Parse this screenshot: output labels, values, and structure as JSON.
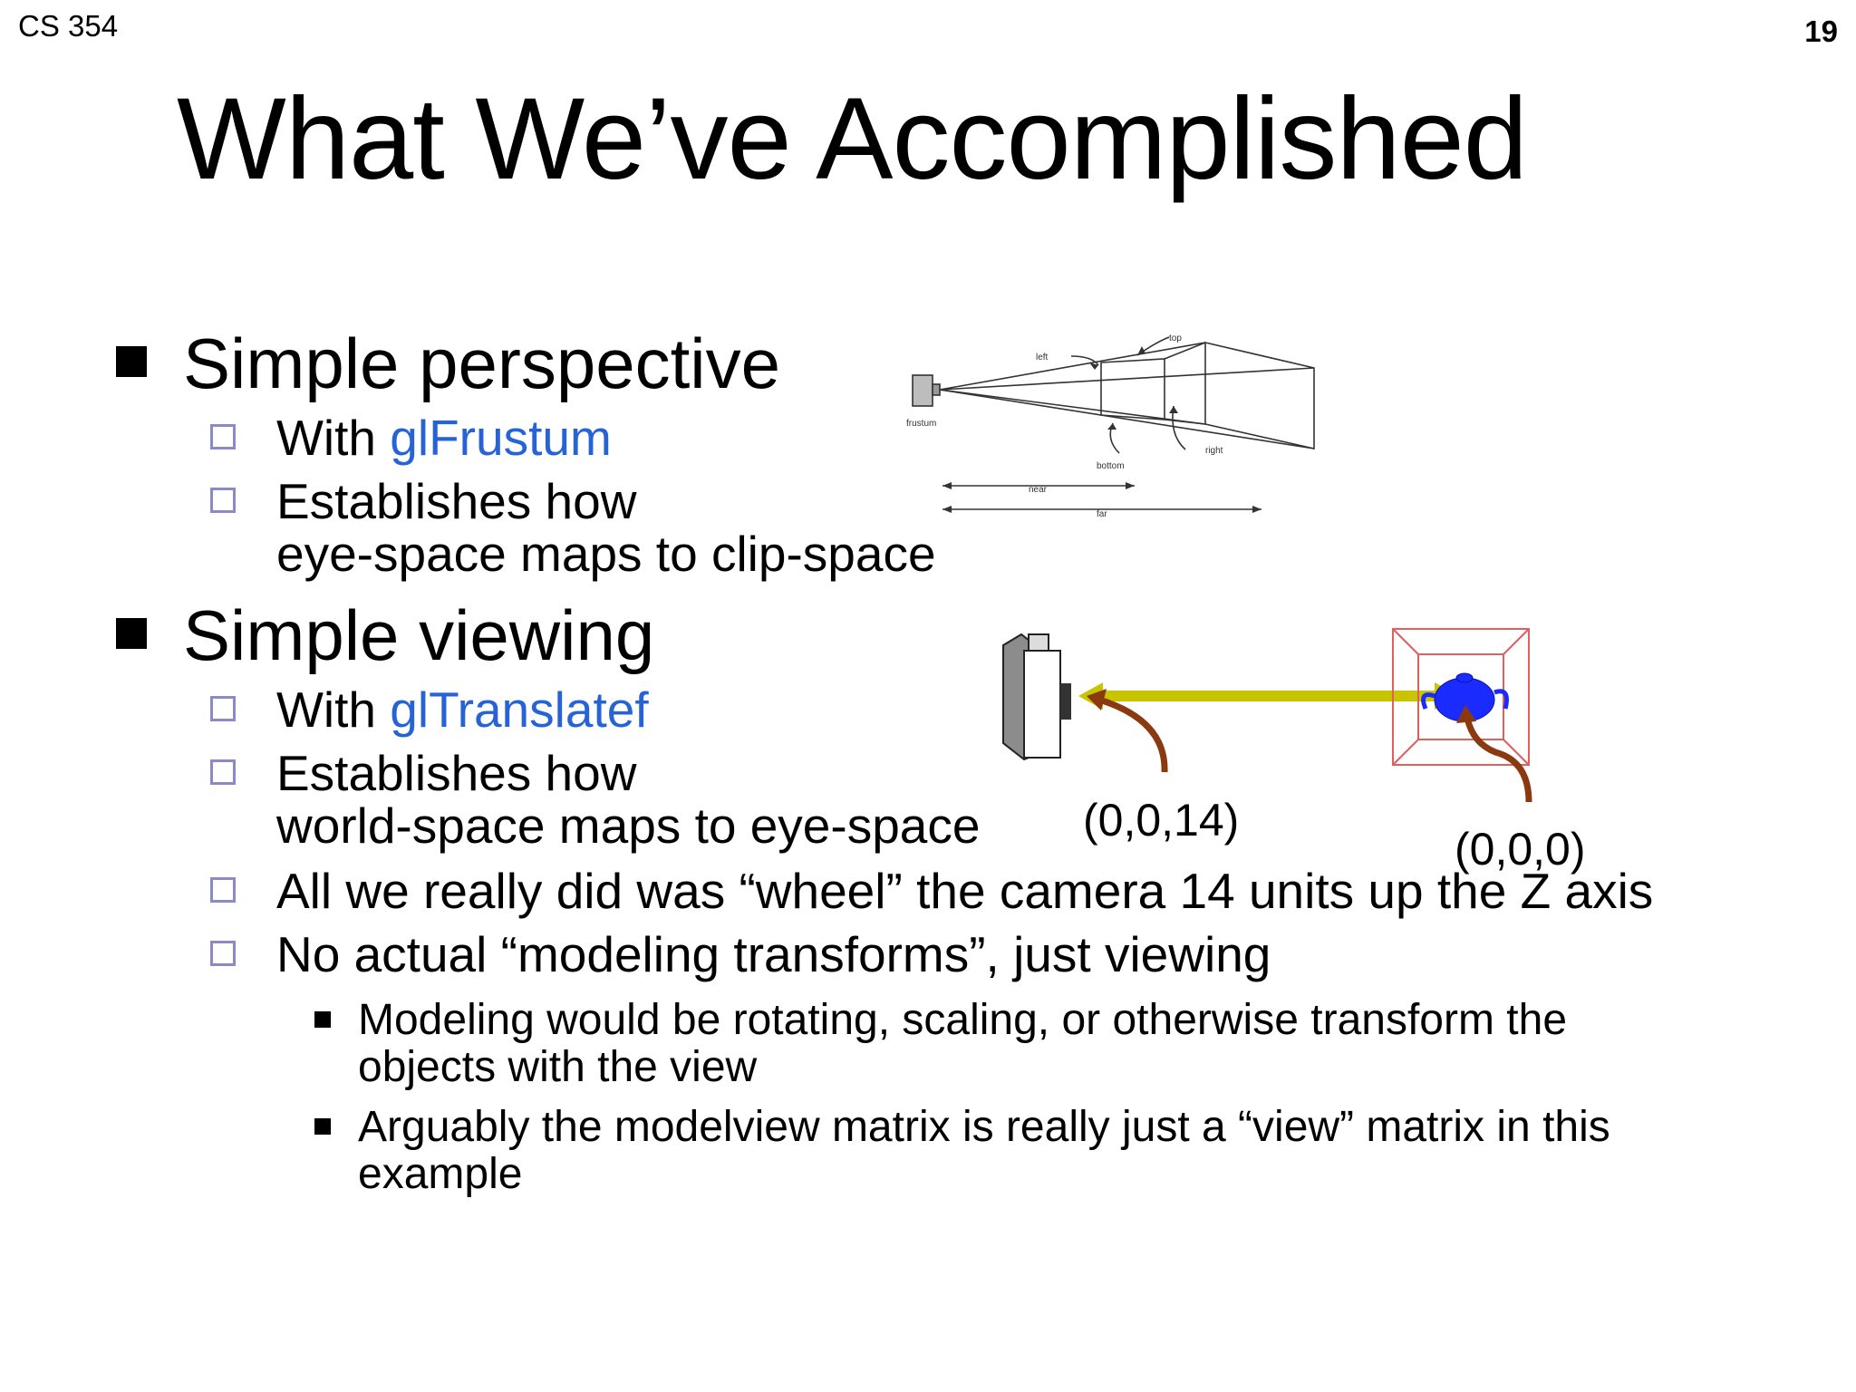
{
  "header": {
    "course": "CS 354",
    "page_number": "19"
  },
  "title": "What We’ve Accomplished",
  "bullets": [
    {
      "text": "Simple perspective",
      "sub": [
        {
          "prefix": "With ",
          "code": "glFrustum"
        },
        {
          "line1": "Establishes how",
          "line2": "eye-space maps to clip-space"
        }
      ]
    },
    {
      "text": "Simple viewing",
      "sub": [
        {
          "prefix": "With ",
          "code": "glTranslatef"
        },
        {
          "line1": "Establishes how",
          "line2": "world-space maps to eye-space"
        },
        {
          "text": "All we really did was “wheel” the camera 14 units up the Z axis"
        },
        {
          "text": "No actual “modeling transforms”, just viewing"
        }
      ],
      "subsub": [
        {
          "line1": "Modeling would be rotating, scaling, or otherwise transform the",
          "line2": "objects with the view"
        },
        {
          "line1": "Arguably the modelview matrix is really just a “view” matrix in this",
          "line2": "example"
        }
      ]
    }
  ],
  "frustum_diagram": {
    "labels": {
      "left": "left",
      "top": "top",
      "frustum": "frustum",
      "right": "right",
      "bottom": "bottom",
      "near": "near",
      "far": "far"
    }
  },
  "viewing_diagram": {
    "camera_coord": "(0,0,14)",
    "object_coord": "(0,0,0)",
    "colors": {
      "arrow": "#c8c400",
      "pointer": "#8b3a10",
      "box": "#e06060",
      "teapot": "#1a2bff"
    }
  }
}
